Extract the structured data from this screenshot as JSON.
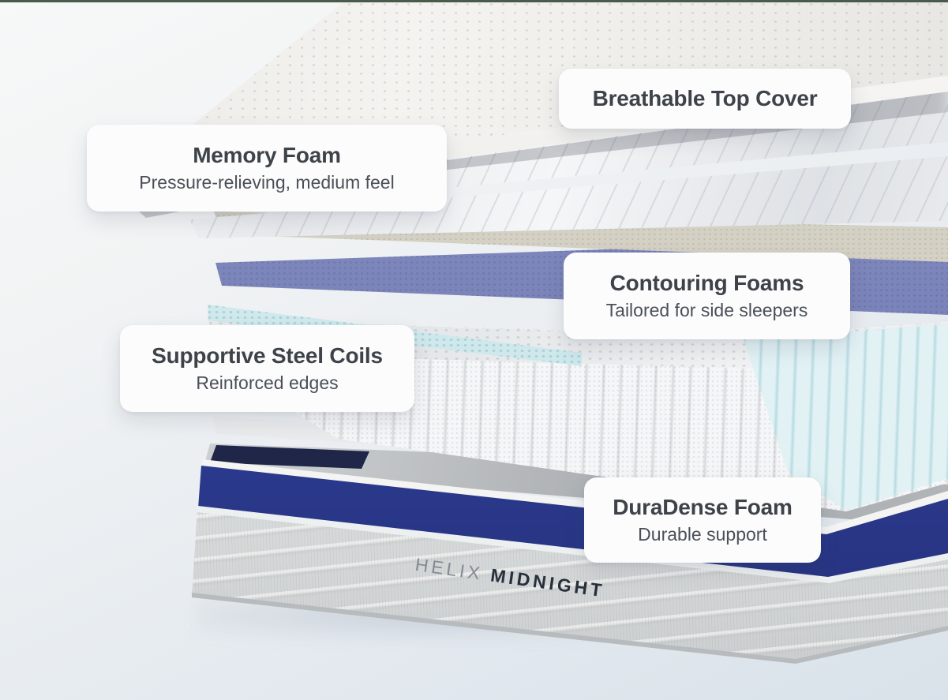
{
  "page": {
    "title": "Helix Midnight mattress layers diagram",
    "top_accent_color": "#495b4b",
    "background_top": "#f7f8f8",
    "background_bottom": "#d9e2ea"
  },
  "brand": {
    "name": "HELIX",
    "model": "MIDNIGHT"
  },
  "callouts": {
    "breathable_top_cover": {
      "title": "Breathable Top Cover"
    },
    "memory_foam": {
      "title": "Memory Foam",
      "subtitle": "Pressure-relieving, medium feel"
    },
    "contouring_foams": {
      "title": "Contouring Foams",
      "subtitle": "Tailored for side sleepers"
    },
    "supportive_steel_coils": {
      "title": "Supportive Steel Coils",
      "subtitle": "Reinforced edges"
    },
    "duradense_foam": {
      "title": "DuraDense Foam",
      "subtitle": "Durable support"
    }
  },
  "layers": [
    {
      "name": "breathable-top-cover",
      "color": "#efeeeb"
    },
    {
      "name": "memory-foam-layer-upper",
      "color": "#eef0f2"
    },
    {
      "name": "memory-foam-layer-lower",
      "color": "#eef0f2"
    },
    {
      "name": "transition-foam",
      "color": "#d7d3c6"
    },
    {
      "name": "contouring-foam",
      "color": "#7a84b8"
    },
    {
      "name": "gel-comfort-layer",
      "color": "#cfe9ec"
    },
    {
      "name": "steel-coil-unit",
      "color": "#f2f3f4"
    },
    {
      "name": "reinforced-edge-coils",
      "color": "#cde7ec"
    },
    {
      "name": "duradense-foam-base",
      "color": "#e4e6e5"
    },
    {
      "name": "base-stripe",
      "color": "#30409a"
    }
  ]
}
